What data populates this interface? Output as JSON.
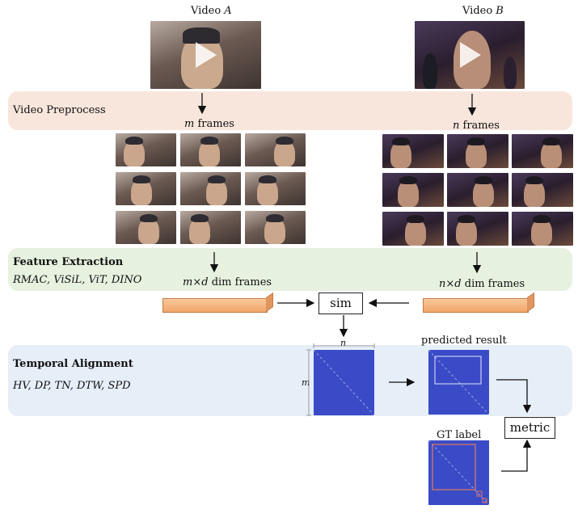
{
  "video_a": {
    "label": "Video ",
    "name": "A"
  },
  "video_b": {
    "label": "Video ",
    "name": "B"
  },
  "stages": {
    "preprocess": "Video Preprocess",
    "feature": "Feature Extraction",
    "feature_methods": "RMAC, ViSiL, ViT, DINO",
    "temporal": "Temporal Alignment",
    "temporal_methods": "HV, DP, TN, DTW, SPD"
  },
  "frames_a": {
    "var": "m",
    "text": " frames"
  },
  "frames_b": {
    "var": "n",
    "text": " frames"
  },
  "features_a": {
    "var": "m",
    "text": "×",
    "var2": "d",
    "text2": " dim frames"
  },
  "features_b": {
    "var": "n",
    "text": "×",
    "var2": "d",
    "text2": " dim frames"
  },
  "sim_label": "sim",
  "matrix_dims": {
    "n": "n",
    "m": "m"
  },
  "predicted_label": "predicted result",
  "gt_label": "GT label",
  "metric_label": "metric",
  "colors": {
    "matrix": "#3b4bc7",
    "gt_box": "#e07a5f",
    "pred_box": "#c7cdf0"
  }
}
